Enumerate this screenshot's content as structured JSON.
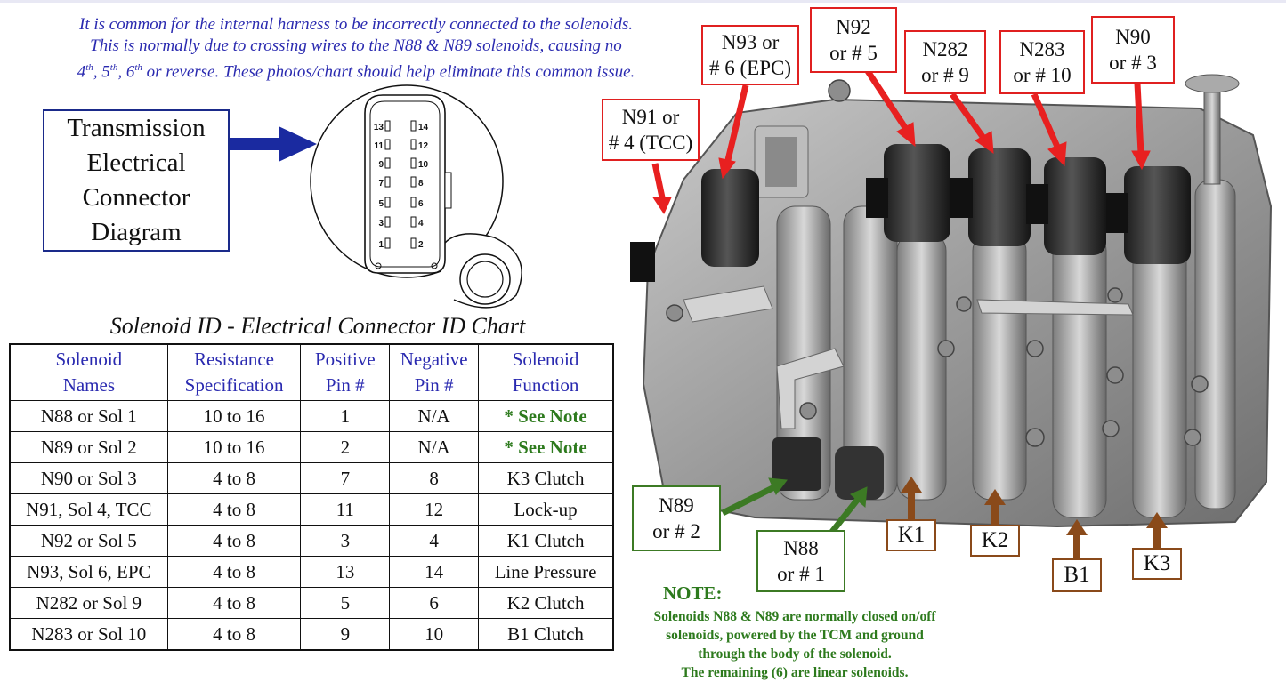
{
  "intro": {
    "line1": "It is common for the internal harness to be incorrectly connected to the solenoids.",
    "line2": "This is normally due to crossing wires to the N88 & N89 solenoids, causing no",
    "line3_4": "4",
    "line3_4sup": "th",
    "line3_5": "5",
    "line3_5sup": "th",
    "line3_6": "6",
    "line3_6sup": "th",
    "line3_rest": "or reverse. These photos/chart should help eliminate this common issue."
  },
  "connector_title": [
    "Transmission",
    "Electrical",
    "Connector",
    "Diagram"
  ],
  "connector_pins": {
    "left": [
      "13",
      "11",
      "9",
      "7",
      "5",
      "3",
      "1"
    ],
    "right": [
      "14",
      "12",
      "10",
      "8",
      "6",
      "4",
      "2"
    ]
  },
  "chart_title": "Solenoid ID - Electrical Connector ID Chart",
  "table": {
    "headers": [
      [
        "Solenoid",
        "Names"
      ],
      [
        "Resistance",
        "Specification"
      ],
      [
        "Positive",
        "Pin #"
      ],
      [
        "Negative",
        "Pin #"
      ],
      [
        "Solenoid",
        "Function"
      ]
    ],
    "rows": [
      [
        "N88 or Sol 1",
        "10 to 16",
        "1",
        "N/A",
        "* See Note"
      ],
      [
        "N89 or Sol 2",
        "10 to 16",
        "2",
        "N/A",
        "* See Note"
      ],
      [
        "N90 or Sol 3",
        "4 to 8",
        "7",
        "8",
        "K3 Clutch"
      ],
      [
        "N91,  Sol 4, TCC",
        "4 to 8",
        "11",
        "12",
        "Lock-up"
      ],
      [
        "N92 or Sol 5",
        "4 to 8",
        "3",
        "4",
        "K1 Clutch"
      ],
      [
        "N93,  Sol 6, EPC",
        "4 to 8",
        "13",
        "14",
        "Line Pressure"
      ],
      [
        "N282 or Sol 9",
        "4 to 8",
        "5",
        "6",
        "K2 Clutch"
      ],
      [
        "N283 or Sol 10",
        "4 to 8",
        "9",
        "10",
        "B1 Clutch"
      ]
    ]
  },
  "labels": {
    "n91": [
      "N91 or",
      "# 4 (TCC)"
    ],
    "n93": [
      "N93 or",
      "# 6 (EPC)"
    ],
    "n92": [
      "N92",
      "or # 5"
    ],
    "n282": [
      "N282",
      "or # 9"
    ],
    "n283": [
      "N283",
      "or # 10"
    ],
    "n90": [
      "N90",
      "or # 3"
    ],
    "n89": [
      "N89",
      "or # 2"
    ],
    "n88": [
      "N88",
      "or # 1"
    ],
    "k1": "K1",
    "k2": "K2",
    "b1": "B1",
    "k3": "K3"
  },
  "note": {
    "title": "NOTE:",
    "lines": [
      "Solenoids N88 & N89 are normally closed on/off",
      "solenoids, powered by the TCM and ground",
      "through the body of the solenoid.",
      "The remaining (6) are linear solenoids."
    ]
  },
  "colors": {
    "intro_text": "#2a2ab0",
    "header_text": "#2a2ab0",
    "note_green": "#2d7a1d",
    "red_callout": "#e02020",
    "green_callout": "#3c7a24",
    "brown_callout": "#8a4a1a",
    "connector_arrow": "#1a2aa0"
  }
}
